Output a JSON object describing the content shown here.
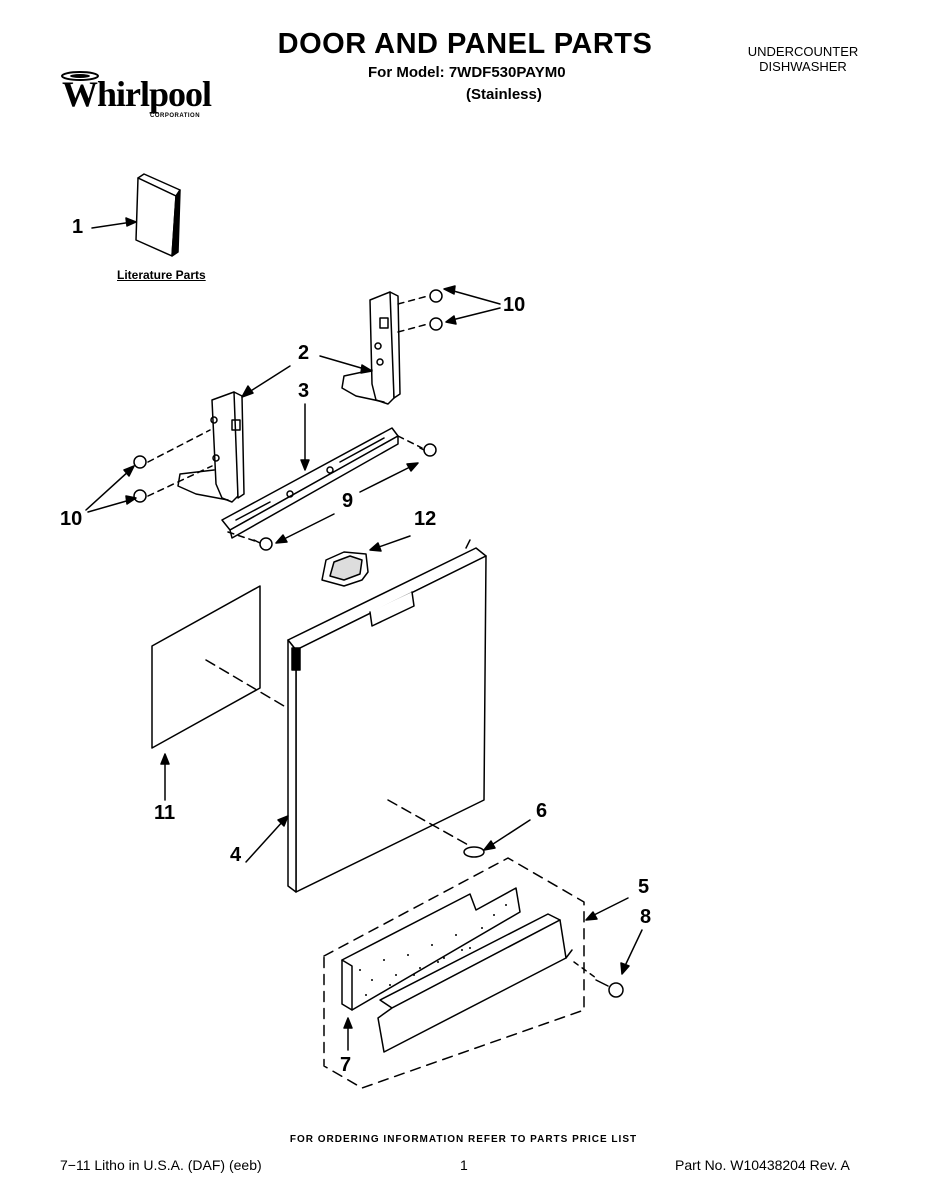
{
  "brand": {
    "name": "Whirlpool",
    "sub": "CORPORATION"
  },
  "header": {
    "title": "DOOR AND PANEL PARTS",
    "model_line": "For Model: 7WDF530PAYM0",
    "variant": "(Stainless)",
    "appliance_line1": "UNDERCOUNTER",
    "appliance_line2": "DISHWASHER"
  },
  "literature_label": "Literature Parts",
  "callouts": {
    "c1": "1",
    "c2": "2",
    "c3": "3",
    "c4": "4",
    "c5": "5",
    "c6": "6",
    "c7": "7",
    "c8": "8",
    "c9": "9",
    "c10a": "10",
    "c10b": "10",
    "c11": "11",
    "c12": "12"
  },
  "footer": {
    "ordering_info": "FOR ORDERING INFORMATION REFER TO PARTS PRICE LIST",
    "litho": "7−11 Litho in U.S.A. (DAF) (eeb)",
    "page_number": "1",
    "part_number": "Part No. W10438204 Rev. A"
  }
}
